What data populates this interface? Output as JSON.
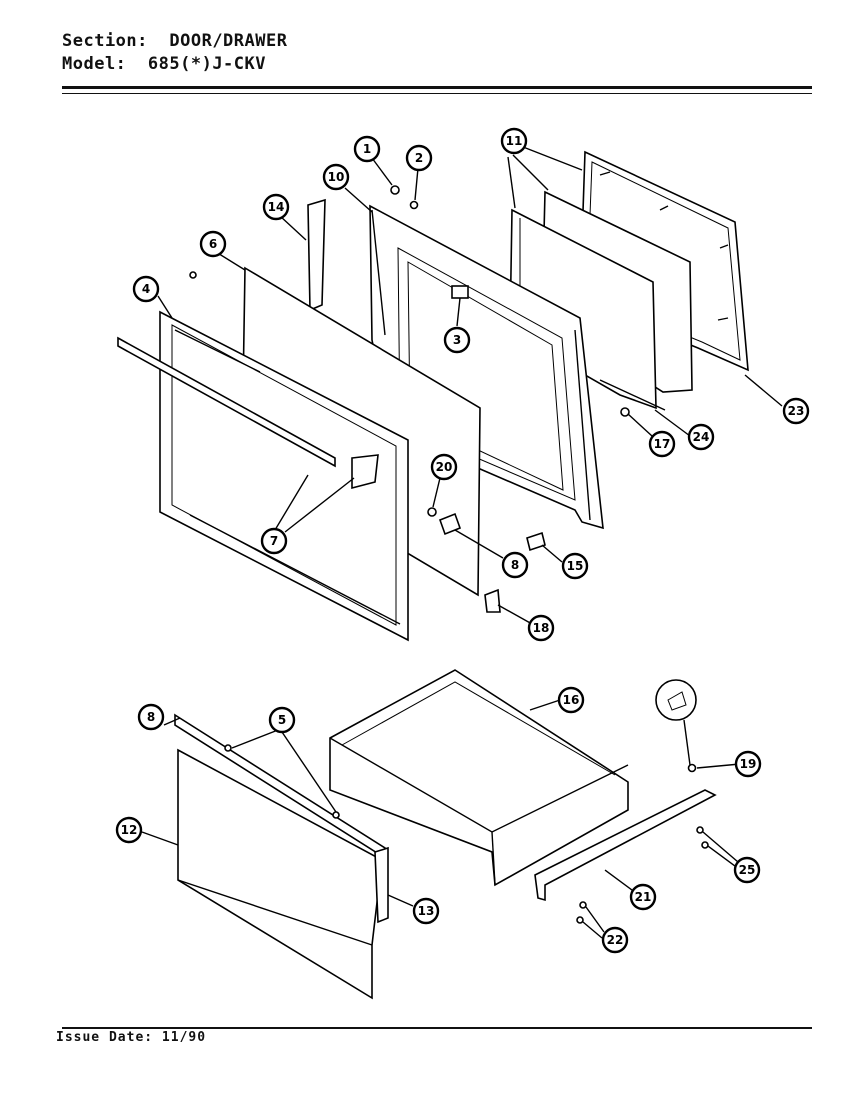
{
  "header": {
    "section_label": "Section:",
    "section_value": "DOOR/DRAWER",
    "model_label": "Model:",
    "model_value": "685(*)J-CKV"
  },
  "footer": {
    "issue_date": "Issue Date: 11/90"
  },
  "callouts": [
    {
      "id": "1",
      "label": "1"
    },
    {
      "id": "2",
      "label": "2"
    },
    {
      "id": "3",
      "label": "3"
    },
    {
      "id": "4",
      "label": "4"
    },
    {
      "id": "5",
      "label": "5"
    },
    {
      "id": "6",
      "label": "6"
    },
    {
      "id": "7",
      "label": "7"
    },
    {
      "id": "8a",
      "label": "8"
    },
    {
      "id": "8b",
      "label": "8"
    },
    {
      "id": "10",
      "label": "10"
    },
    {
      "id": "11",
      "label": "11"
    },
    {
      "id": "12",
      "label": "12"
    },
    {
      "id": "13",
      "label": "13"
    },
    {
      "id": "14",
      "label": "14"
    },
    {
      "id": "15",
      "label": "15"
    },
    {
      "id": "16",
      "label": "16"
    },
    {
      "id": "17",
      "label": "17"
    },
    {
      "id": "18",
      "label": "18"
    },
    {
      "id": "19",
      "label": "19"
    },
    {
      "id": "20",
      "label": "20"
    },
    {
      "id": "21",
      "label": "21"
    },
    {
      "id": "22",
      "label": "22"
    },
    {
      "id": "23",
      "label": "23"
    },
    {
      "id": "24",
      "label": "24"
    },
    {
      "id": "25",
      "label": "25"
    }
  ]
}
